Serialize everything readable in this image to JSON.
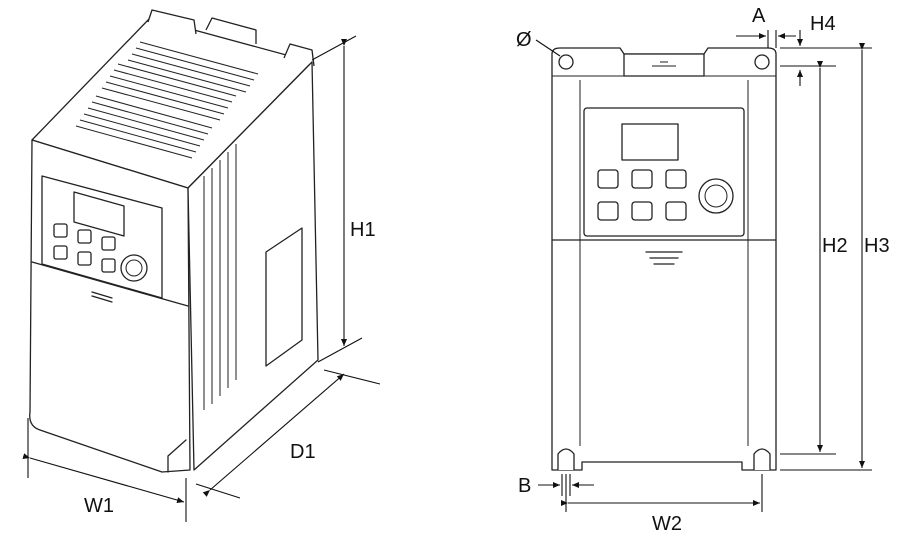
{
  "labels": {
    "w1": "W1",
    "d1": "D1",
    "h1": "H1",
    "a": "A",
    "h4": "H4",
    "phi": "Ø",
    "h2": "H2",
    "h3": "H3",
    "b": "B",
    "w2": "W2"
  }
}
